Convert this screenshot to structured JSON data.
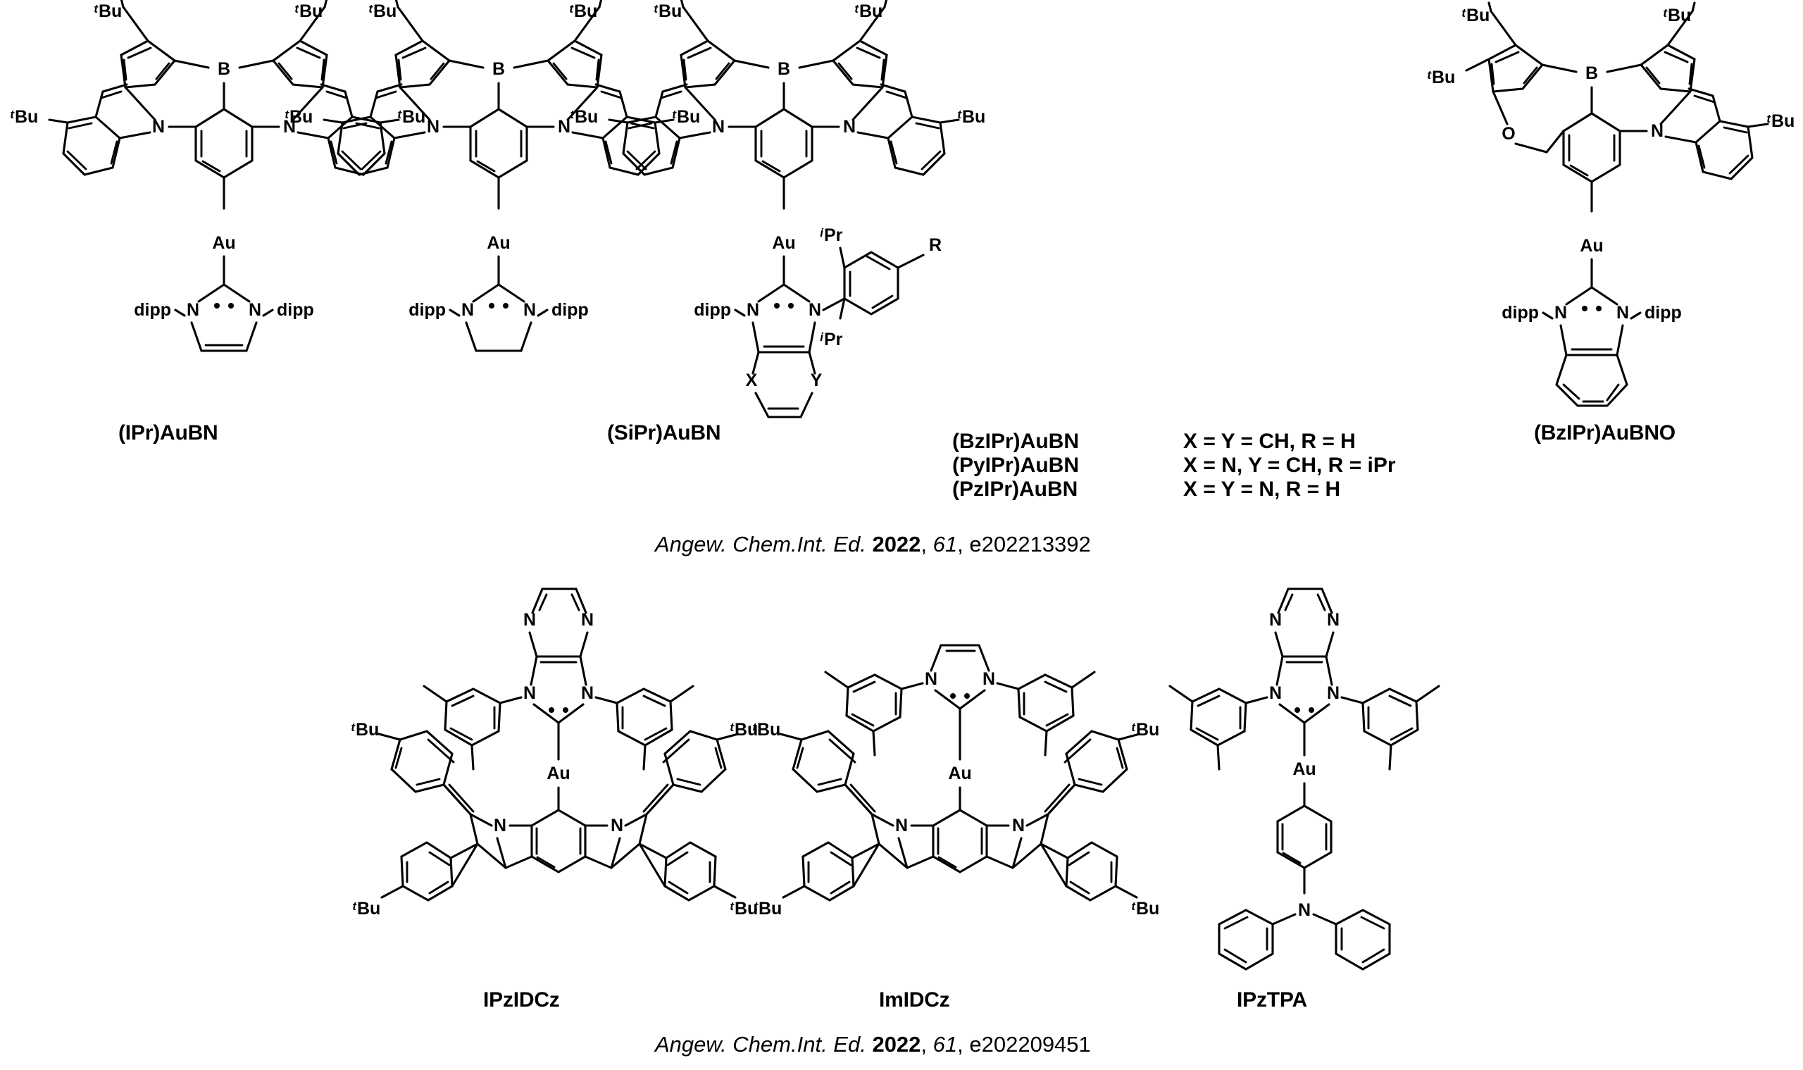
{
  "figure": {
    "title_absent": true,
    "background": "#ffffff",
    "ink": "#000000"
  },
  "top_row": {
    "structures": [
      {
        "id": "ipr-aubn",
        "label": "(IPr)AuBN",
        "core": "triarylborane-bis(carbazole) (BN) donor-acceptor",
        "metal": "Au",
        "carbene": "IPr (unsaturated imidazol-2-ylidene)",
        "n_substituents": [
          "dipp",
          "dipp"
        ],
        "ring_atoms": [
          "B",
          "N",
          "N"
        ],
        "tbu_labels": [
          "tBu",
          "tBu",
          "tBu",
          "tBu"
        ]
      },
      {
        "id": "sipr-aubn",
        "label": "(SiPr)AuBN",
        "core": "triarylborane-bis(carbazole) (BN) donor-acceptor",
        "metal": "Au",
        "carbene": "SIPr (saturated imidazolin-2-ylidene)",
        "n_substituents": [
          "dipp",
          "dipp"
        ],
        "ring_atoms": [
          "B",
          "N",
          "N"
        ],
        "tbu_labels": [
          "tBu",
          "tBu",
          "tBu",
          "tBu"
        ]
      },
      {
        "id": "bzipr-aubn-family",
        "label": "(BzIPr)AuBN",
        "core": "triarylborane-bis(carbazole) (BN) donor-acceptor",
        "metal": "Au",
        "carbene": "benzimidazol-2-ylidene family with X/Y variable ring atoms",
        "n_substituents": [
          "dipp",
          "2,6-diisopropylaryl with R"
        ],
        "variable_atoms": [
          "X",
          "Y",
          "R"
        ],
        "aryl_substituents": [
          "iPr",
          "iPr",
          "R"
        ],
        "tbu_labels": [
          "tBu",
          "tBu",
          "tBu",
          "tBu"
        ]
      },
      {
        "id": "bzipr-aubno",
        "label": "(BzIPr)AuBNO",
        "core": "borane with O-bridge (BNO) donor-acceptor",
        "metal": "Au",
        "carbene": "BzIPr (benzimidazol-2-ylidene)",
        "n_substituents": [
          "dipp",
          "dipp"
        ],
        "ring_atoms": [
          "B",
          "O",
          "N"
        ],
        "tbu_labels": [
          "tBu",
          "tBu",
          "tBu"
        ]
      }
    ],
    "variants_table": {
      "rows": [
        {
          "name": "(BzIPr)AuBN",
          "definition": "X = Y = CH, R = H"
        },
        {
          "name": "(PyIPr)AuBN",
          "definition": "X = N, Y = CH, R = iPr"
        },
        {
          "name": "(PzIPr)AuBN",
          "definition": "X = Y = N, R = H"
        }
      ]
    },
    "citation": {
      "journal": "Angew. Chem.Int. Ed.",
      "year": "2022",
      "volume": "61",
      "article": "e202213392"
    }
  },
  "bottom_row": {
    "structures": [
      {
        "id": "ipzidcz",
        "label": "IPzIDCz",
        "carbene": "pyrazino-fused imidazolylidene (IPz)",
        "n_substituents": [
          "3,5-dimethylphenyl",
          "3,5-dimethylphenyl"
        ],
        "metal": "Au",
        "amide": "indolo[3,2-b]carbazole (IDCz)",
        "tbu_labels": [
          "tBu",
          "tBu",
          "tBu",
          "tBu"
        ],
        "ring_atoms": [
          "N",
          "N",
          "N",
          "N"
        ]
      },
      {
        "id": "imidcz",
        "label": "ImIDCz",
        "carbene": "imidazolylidene (Im)",
        "n_substituents": [
          "3,5-dimethylphenyl",
          "3,5-dimethylphenyl"
        ],
        "metal": "Au",
        "amide": "indolo[3,2-b]carbazole (IDCz)",
        "tbu_labels": [
          "tBu",
          "tBu",
          "tBu",
          "tBu"
        ],
        "ring_atoms": [
          "N",
          "N"
        ]
      },
      {
        "id": "ipztpa",
        "label": "IPzTPA",
        "carbene": "pyrazino-fused imidazolylidene (IPz)",
        "n_substituents": [
          "3,5-dimethylphenyl",
          "3,5-dimethylphenyl"
        ],
        "metal": "Au",
        "amide": "triphenylamine (TPA)",
        "ring_atoms": [
          "N",
          "N",
          "N",
          "N",
          "N"
        ]
      }
    ],
    "citation": {
      "journal": "Angew. Chem.Int. Ed.",
      "year": "2022",
      "volume": "61",
      "article": "e202209451"
    }
  },
  "atom_glyphs": {
    "boron": "B",
    "nitrogen": "N",
    "oxygen": "O",
    "gold": "Au",
    "carbon_variable_x": "X",
    "carbon_variable_y": "Y",
    "generic_r": "R"
  },
  "group_glyphs": {
    "tert_butyl_prefix": "t",
    "tert_butyl": "Bu",
    "isopropyl_prefix": "i",
    "isopropyl": "Pr",
    "dipp": "dipp"
  }
}
